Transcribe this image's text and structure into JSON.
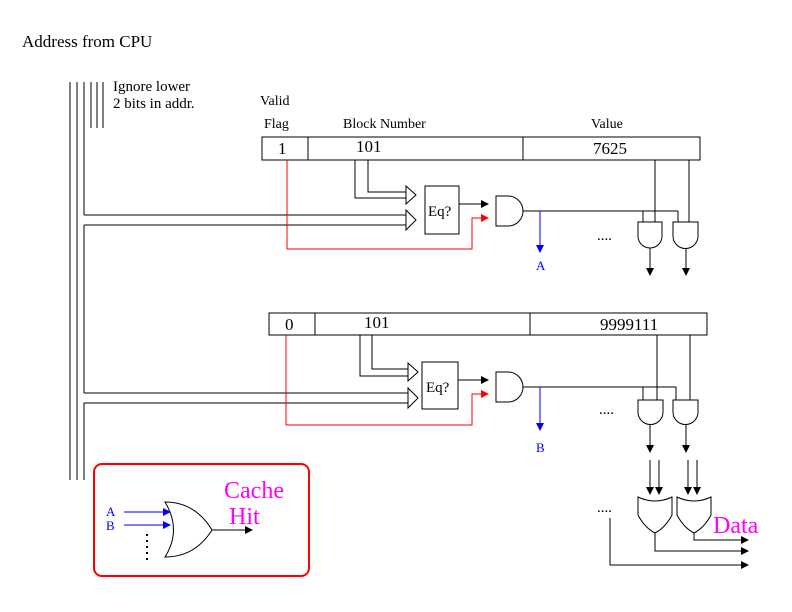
{
  "title": "Address from CPU",
  "ignore_note": [
    "Ignore lower",
    "2 bits in addr."
  ],
  "headers": {
    "valid": "Valid",
    "flag": "Flag",
    "block_number": "Block Number",
    "value": "Value"
  },
  "entries": [
    {
      "valid": "1",
      "block": "101",
      "value": "7625",
      "compare_label": "Eq?",
      "hit_signal": "A"
    },
    {
      "valid": "0",
      "block": "101",
      "value": "9999111",
      "compare_label": "Eq?",
      "hit_signal": "B"
    }
  ],
  "ellipsis": "....",
  "or_gate": {
    "inputs": [
      "A",
      "B"
    ],
    "output_label_line1": "Cache",
    "output_label_line2": "Hit"
  },
  "data_label": "Data",
  "colors": {
    "valid_wire": "#ff0000",
    "hit_wire": "#0000ff",
    "label_accent": "#ff00ff",
    "box_border": "#ff0000"
  }
}
